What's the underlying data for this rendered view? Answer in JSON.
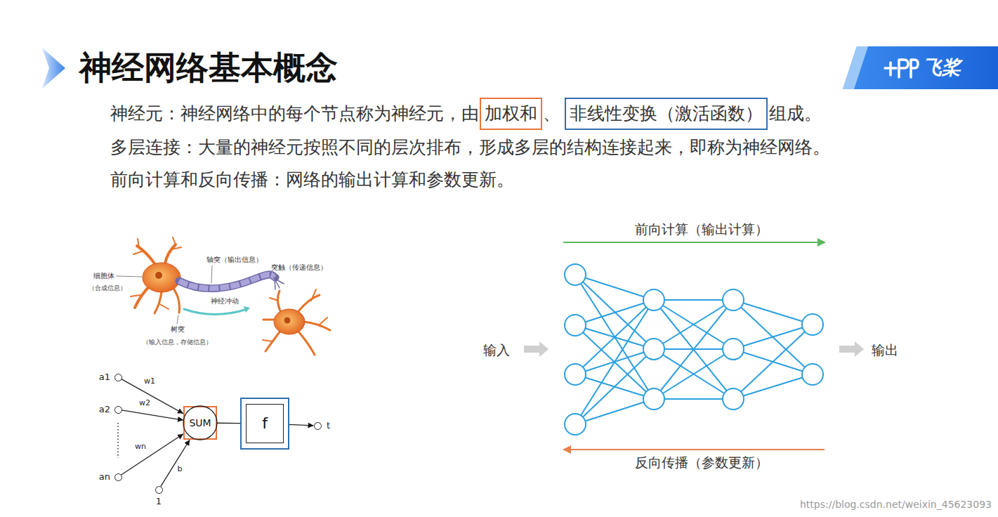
{
  "diagram": {
    "title": "神经网络基本概念",
    "nodes": [
      {
        "text": [
          "飞桨"
        ]
      },
      {
        "text": [
          "加权和"
        ]
      },
      {
        "text": [
          "非线性变换（激活函数）"
        ]
      },
      {
        "text": [
          "a1"
        ]
      },
      {
        "text": [
          "a2"
        ]
      },
      {
        "text": [
          "an"
        ]
      },
      {
        "text": [
          "1"
        ]
      },
      {
        "text": [
          "SUM"
        ]
      },
      {
        "text": [
          "f"
        ]
      },
      {
        "text": [
          "t"
        ]
      }
    ],
    "edges": [
      {
        "from": 3,
        "to": 7,
        "label": "w1",
        "arrow": "to"
      },
      {
        "from": 4,
        "to": 7,
        "label": "w2",
        "arrow": "to"
      },
      {
        "from": 5,
        "to": 7,
        "label": "wn",
        "arrow": "to"
      },
      {
        "from": 6,
        "to": 7,
        "label": "b",
        "arrow": "to"
      },
      {
        "from": 7,
        "to": 8,
        "arrow": "none"
      },
      {
        "from": 8,
        "to": 9,
        "arrow": "to"
      }
    ],
    "labels": [
      "神经元：神经网络中的每个节点称为神经元，由",
      "、",
      "组成。",
      "多层连接：大量的神经元按照不同的层次排布，形成多层的结构连接起来，即称为神经网络。",
      "前向计算和反向传播：网络的输出计算和参数更新。",
      "细胞体",
      "（合成信息）",
      "轴突（输出信息）",
      "突触（传递信息）",
      "神经冲动",
      "树突",
      "（输入信息，存储信息）",
      "前向计算（输出计算）",
      "输入",
      "输出",
      "反向传播（参数更新）",
      "https://blog.csdn.net/weixin_45623093"
    ]
  }
}
